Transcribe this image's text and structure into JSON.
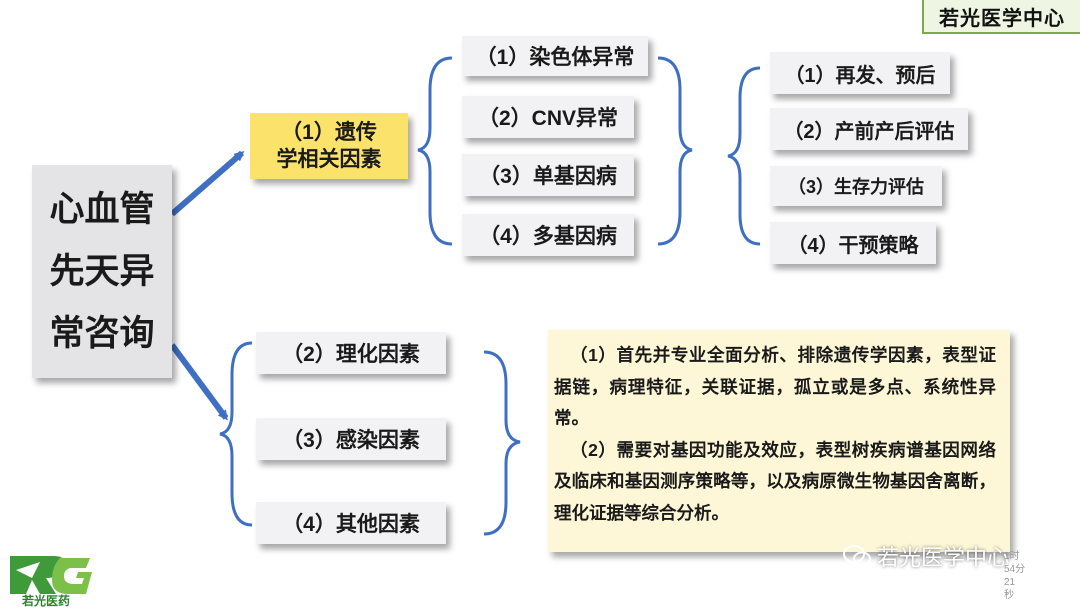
{
  "brand": {
    "name": "若光医学中心"
  },
  "main_topic": "心血管\n先天异\n常咨询",
  "branch1": {
    "label": "（1）遗传\n学相关因素",
    "sub": [
      "（1）染色体异常",
      "（2）CNV异常",
      "（3）单基因病",
      "（4）多基因病"
    ],
    "outcomes": [
      "（1）再发、预后",
      "（2）产前产后评估",
      "（3）生存力评估",
      "（4）干预策略"
    ]
  },
  "branch2": {
    "items": [
      "（2）理化因素",
      "（3）感染因素",
      "（4）其他因素"
    ],
    "detail": [
      "（1）首先并专业全面分析、排除遗传学因素，表型证据链，病理特征，关联证据，孤立或是多点、系统性异常。",
      "（2）需要对基因功能及效应，表型树疾病谱基因网络及临床和基因测序策略等，以及病原微生物基因舍离断，理化证据等综合分析。"
    ]
  },
  "logo": {
    "text": "若光医药"
  },
  "watermark": {
    "text": "若光医学中心"
  },
  "timestamp": {
    "line1": "1时",
    "line2": "54分21",
    "line3": "秒"
  },
  "colors": {
    "arrow": "#3e6fc3",
    "brace": "#3e6fc3",
    "highlight": "#fbe36b",
    "detail_bg": "#fdf7d7",
    "brand_green": "#3f9a3a"
  }
}
